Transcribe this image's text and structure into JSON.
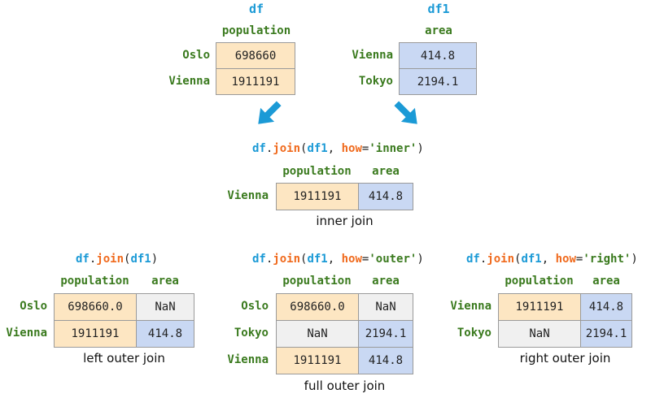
{
  "df": {
    "name": "df",
    "column": "population",
    "rows": [
      {
        "index": "Oslo",
        "population": "698660"
      },
      {
        "index": "Vienna",
        "population": "1911191"
      }
    ]
  },
  "df1": {
    "name": "df1",
    "column": "area",
    "rows": [
      {
        "index": "Vienna",
        "area": "414.8"
      },
      {
        "index": "Tokyo",
        "area": "2194.1"
      }
    ]
  },
  "inner": {
    "code": {
      "obj": "df",
      "dot": ".",
      "fn": "join",
      "open": "(",
      "arg": "df1",
      "comma": ", ",
      "kw": "how",
      "eq": "=",
      "val": "'inner'",
      "close": ")"
    },
    "headers": [
      "population",
      "area"
    ],
    "rows": [
      {
        "index": "Vienna",
        "population": "1911191",
        "area": "414.8"
      }
    ],
    "caption": "inner join"
  },
  "left": {
    "code": {
      "obj": "df",
      "dot": ".",
      "fn": "join",
      "open": "(",
      "arg": "df1",
      "close": ")"
    },
    "headers": [
      "population",
      "area"
    ],
    "rows": [
      {
        "index": "Oslo",
        "population": "698660.0",
        "area": "NaN"
      },
      {
        "index": "Vienna",
        "population": "1911191",
        "area": "414.8"
      }
    ],
    "caption": "left outer join"
  },
  "outer": {
    "code": {
      "obj": "df",
      "dot": ".",
      "fn": "join",
      "open": "(",
      "arg": "df1",
      "comma": ", ",
      "kw": "how",
      "eq": "=",
      "val": "'outer'",
      "close": ")"
    },
    "headers": [
      "population",
      "area"
    ],
    "rows": [
      {
        "index": "Oslo",
        "population": "698660.0",
        "area": "NaN"
      },
      {
        "index": "Tokyo",
        "population": "NaN",
        "area": "2194.1"
      },
      {
        "index": "Vienna",
        "population": "1911191",
        "area": "414.8"
      }
    ],
    "caption": "full outer join"
  },
  "right": {
    "code": {
      "obj": "df",
      "dot": ".",
      "fn": "join",
      "open": "(",
      "arg": "df1",
      "comma": ", ",
      "kw": "how",
      "eq": "=",
      "val": "'right'",
      "close": ")"
    },
    "headers": [
      "population",
      "area"
    ],
    "rows": [
      {
        "index": "Vienna",
        "population": "1911191",
        "area": "414.8"
      },
      {
        "index": "Tokyo",
        "population": "NaN",
        "area": "2194.1"
      }
    ],
    "caption": "right outer join"
  },
  "colors": {
    "population_fill": "#fde6c2",
    "area_fill": "#c9d8f3",
    "nan_fill": "#f0f0f0",
    "arrow": "#1b9ad6",
    "label_green": "#3a7a1e",
    "keyword_orange": "#f06a1d"
  },
  "icons": {
    "arrow": "down-arrow-icon"
  }
}
